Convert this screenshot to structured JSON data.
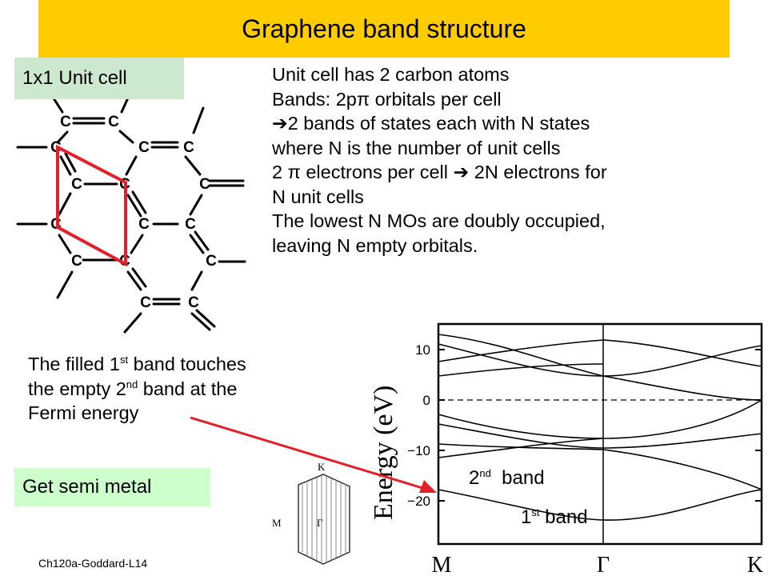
{
  "title": "Graphene band structure",
  "unit_cell_label": "1x1 Unit cell",
  "bullets": {
    "line1": "Unit cell has 2 carbon atoms",
    "line2_a": "Bands: 2p",
    "line2_pi": "π",
    "line2_b": " orbitals per cell",
    "line3_arrow": "➔",
    "line3": "2 bands of states each with N states",
    "line4": "where N is the number of unit cells",
    "line5_a": "2 ",
    "line5_pi": "π",
    "line5_b": " electrons per cell ",
    "line5_arrow": "➔",
    "line5_c": " 2N electrons for",
    "line6": "N unit cells",
    "line7": "The lowest N MOs are doubly occupied,",
    "line8": "leaving N empty orbitals."
  },
  "filled_band": {
    "t1": "The filled 1",
    "s1": "st",
    "t2": " band touches",
    "t3": "the empty 2",
    "s2": "nd",
    "t4": " band at the",
    "t5": "Fermi energy"
  },
  "semi_metal_label": "Get semi metal",
  "footer": "Ch120a-Goddard-L14",
  "lattice": {
    "atom": "C"
  },
  "brillouin": {
    "K": "K",
    "M": "M",
    "Gamma": "Γ"
  },
  "band_plot": {
    "ylabel": "Energy (eV)",
    "yticks": [
      "10",
      "0",
      "−10",
      "−20"
    ],
    "xticks": [
      "M",
      "Γ",
      "K"
    ],
    "band2_num": "2",
    "band2_sup": "nd",
    "band2_word": "band",
    "band1_num": "1",
    "band1_sup": "st",
    "band1_word": "band"
  },
  "colors": {
    "title_bg": "#ffcc00",
    "unit_cell_bg": "#cce8cf",
    "semi_metal_bg": "#ccffcc",
    "arrow": "#e3202a"
  }
}
